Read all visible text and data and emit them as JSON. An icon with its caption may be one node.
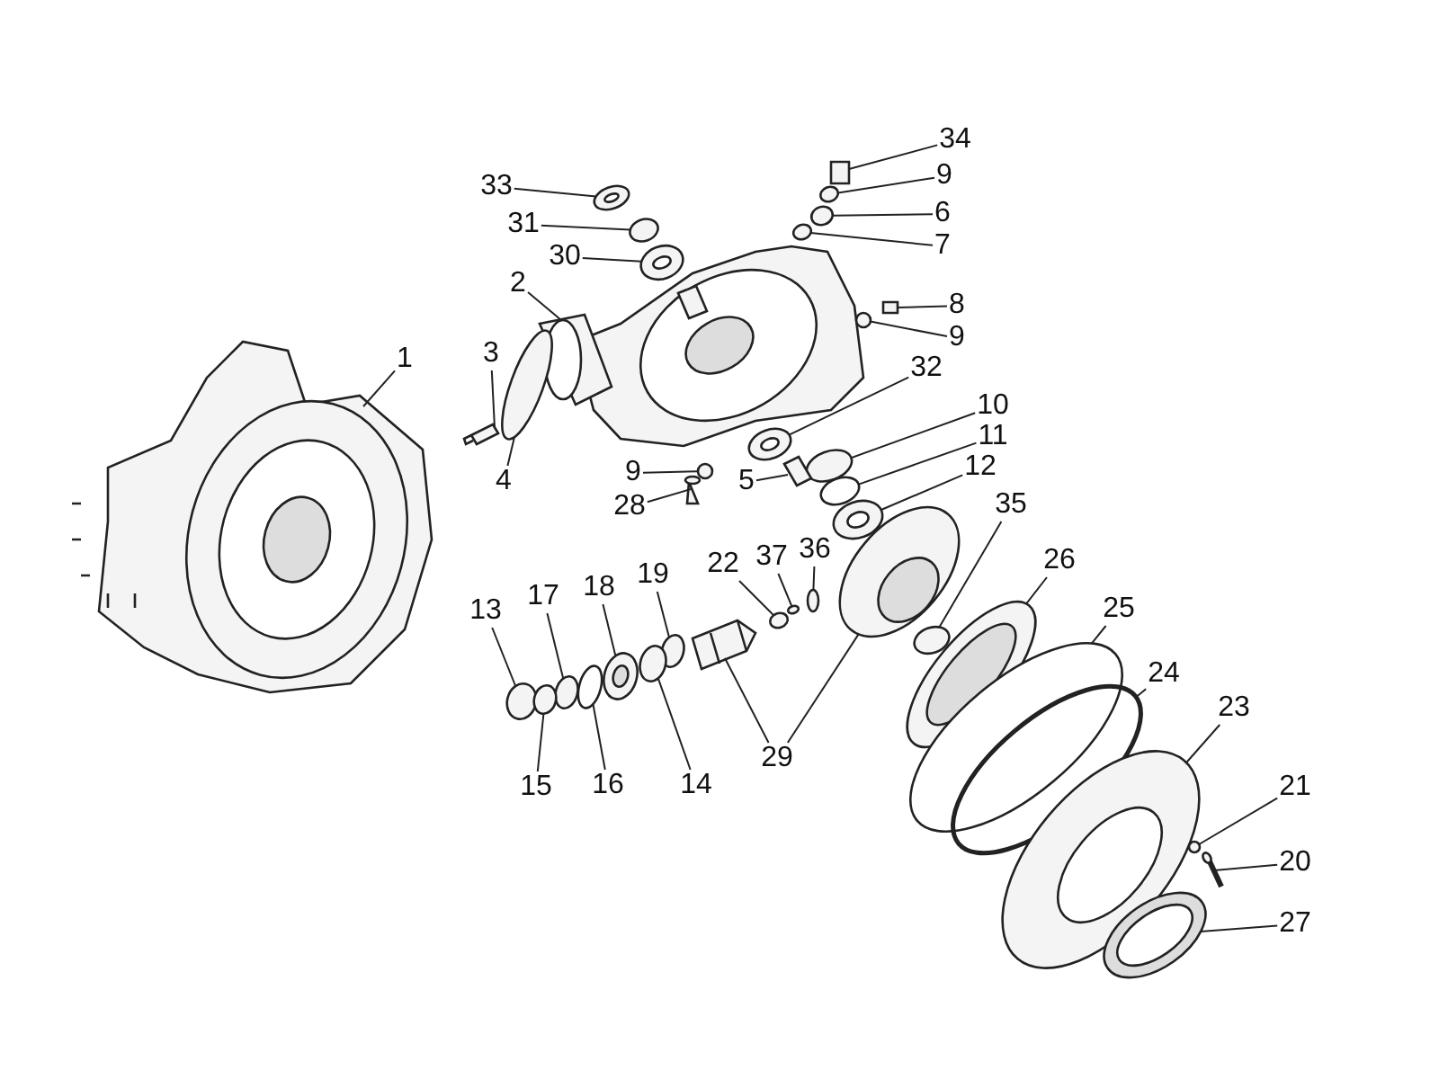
{
  "diagram": {
    "nodes": [
      {
        "text": [
          "34"
        ]
      },
      {
        "text": [
          "33"
        ]
      },
      {
        "text": [
          "9"
        ]
      },
      {
        "text": [
          "31"
        ]
      },
      {
        "text": [
          "6"
        ]
      },
      {
        "text": [
          "7"
        ]
      },
      {
        "text": [
          "30"
        ]
      },
      {
        "text": [
          "2"
        ]
      },
      {
        "text": [
          "8"
        ]
      },
      {
        "text": [
          "9"
        ]
      },
      {
        "text": [
          "3"
        ]
      },
      {
        "text": [
          "1"
        ]
      },
      {
        "text": [
          "32"
        ]
      },
      {
        "text": [
          "10"
        ]
      },
      {
        "text": [
          "11"
        ]
      },
      {
        "text": [
          "4"
        ]
      },
      {
        "text": [
          "12"
        ]
      },
      {
        "text": [
          "9"
        ]
      },
      {
        "text": [
          "5"
        ]
      },
      {
        "text": [
          "28"
        ]
      },
      {
        "text": [
          "35"
        ]
      },
      {
        "text": [
          "36"
        ]
      },
      {
        "text": [
          "26"
        ]
      },
      {
        "text": [
          "22"
        ]
      },
      {
        "text": [
          "37"
        ]
      },
      {
        "text": [
          "19"
        ]
      },
      {
        "text": [
          "18"
        ]
      },
      {
        "text": [
          "17"
        ]
      },
      {
        "text": [
          "13"
        ]
      },
      {
        "text": [
          "25"
        ]
      },
      {
        "text": [
          "24"
        ]
      },
      {
        "text": [
          "23"
        ]
      },
      {
        "text": [
          "29"
        ]
      },
      {
        "text": [
          "15"
        ]
      },
      {
        "text": [
          "16"
        ]
      },
      {
        "text": [
          "14"
        ]
      },
      {
        "text": [
          "21"
        ]
      },
      {
        "text": [
          "20"
        ]
      },
      {
        "text": [
          "27"
        ]
      },
      {
        "text": [],
        "shape": "box"
      },
      {
        "text": [],
        "shape": "picture"
      },
      {
        "text": [],
        "shape": "circle"
      },
      {
        "text": [],
        "shape": "circle"
      },
      {
        "text": [],
        "shape": "circle"
      },
      {
        "text": [],
        "shape": "circle"
      },
      {
        "text": [],
        "shape": "picture"
      },
      {
        "text": [],
        "shape": "picture"
      },
      {
        "text": [],
        "shape": "box"
      },
      {
        "text": [],
        "shape": "circle"
      },
      {
        "text": [],
        "shape": "picture"
      },
      {
        "text": [],
        "shape": "picture"
      },
      {
        "text": [],
        "shape": "picture"
      },
      {
        "text": [],
        "shape": "circle"
      },
      {
        "text": [],
        "shape": "circle"
      },
      {
        "text": [],
        "shape": "circle"
      },
      {
        "text": [],
        "shape": "picture"
      },
      {
        "text": [],
        "shape": "circle"
      },
      {
        "text": [],
        "shape": "box"
      },
      {
        "text": [],
        "shape": "picture"
      },
      {
        "text": [],
        "shape": "circle"
      },
      {
        "text": [],
        "shape": "circle"
      },
      {
        "text": [],
        "shape": "picture"
      },
      {
        "text": [],
        "shape": "circle"
      },
      {
        "text": [],
        "shape": "circle"
      },
      {
        "text": [],
        "shape": "circle"
      },
      {
        "text": [],
        "shape": "picture"
      },
      {
        "text": [],
        "shape": "circle"
      },
      {
        "text": [],
        "shape": "circle"
      },
      {
        "text": [],
        "shape": "circle"
      },
      {
        "text": [],
        "shape": "circle"
      },
      {
        "text": [],
        "shape": "picture"
      },
      {
        "text": [],
        "shape": "picture"
      },
      {
        "text": [],
        "shape": "picture"
      },
      {
        "text": [],
        "shape": "circle"
      },
      {
        "text": [],
        "shape": "circle"
      },
      {
        "text": [],
        "shape": "circle"
      },
      {
        "text": [],
        "shape": "circle"
      },
      {
        "text": [],
        "shape": "picture"
      },
      {
        "text": [],
        "shape": "picture"
      }
    ],
    "edges": [
      {
        "from": 0,
        "to": 39,
        "arrow": "none"
      },
      {
        "from": 1,
        "to": 40,
        "arrow": "none"
      },
      {
        "from": 2,
        "to": 41,
        "arrow": "none"
      },
      {
        "from": 3,
        "to": 42,
        "arrow": "none"
      },
      {
        "from": 4,
        "to": 43,
        "arrow": "none"
      },
      {
        "from": 5,
        "to": 44,
        "arrow": "none"
      },
      {
        "from": 6,
        "to": 45,
        "arrow": "none"
      },
      {
        "from": 7,
        "to": 46,
        "arrow": "none"
      },
      {
        "from": 8,
        "to": 47,
        "arrow": "none"
      },
      {
        "from": 9,
        "to": 48,
        "arrow": "none"
      },
      {
        "from": 10,
        "to": 49,
        "arrow": "none"
      },
      {
        "from": 11,
        "to": 50,
        "arrow": "none"
      },
      {
        "from": 12,
        "to": 51,
        "arrow": "none"
      },
      {
        "from": 13,
        "to": 52,
        "arrow": "none"
      },
      {
        "from": 14,
        "to": 53,
        "arrow": "none"
      },
      {
        "from": 15,
        "to": 54,
        "arrow": "none"
      },
      {
        "from": 16,
        "to": 55,
        "arrow": "none"
      },
      {
        "from": 17,
        "to": 56,
        "arrow": "none"
      },
      {
        "from": 18,
        "to": 57,
        "arrow": "none"
      },
      {
        "from": 19,
        "to": 58,
        "arrow": "none"
      },
      {
        "from": 20,
        "to": 59,
        "arrow": "none"
      },
      {
        "from": 21,
        "to": 60,
        "arrow": "none"
      },
      {
        "from": 22,
        "to": 61,
        "arrow": "none"
      },
      {
        "from": 23,
        "to": 62,
        "arrow": "none"
      },
      {
        "from": 24,
        "to": 63,
        "arrow": "none"
      },
      {
        "from": 25,
        "to": 64,
        "arrow": "none"
      },
      {
        "from": 26,
        "to": 65,
        "arrow": "none"
      },
      {
        "from": 27,
        "to": 66,
        "arrow": "none"
      },
      {
        "from": 28,
        "to": 67,
        "arrow": "none"
      },
      {
        "from": 29,
        "to": 68,
        "arrow": "none"
      },
      {
        "from": 30,
        "to": 69,
        "arrow": "none"
      },
      {
        "from": 31,
        "to": 70,
        "arrow": "none"
      },
      {
        "from": 32,
        "to": 71,
        "arrow": "none"
      },
      {
        "from": 32,
        "to": 72,
        "arrow": "none"
      },
      {
        "from": 33,
        "to": 73,
        "arrow": "none"
      },
      {
        "from": 34,
        "to": 74,
        "arrow": "none"
      },
      {
        "from": 35,
        "to": 75,
        "arrow": "none"
      },
      {
        "from": 36,
        "to": 76,
        "arrow": "none"
      },
      {
        "from": 37,
        "to": 77,
        "arrow": "none"
      },
      {
        "from": 38,
        "to": 78,
        "arrow": "none"
      }
    ]
  }
}
